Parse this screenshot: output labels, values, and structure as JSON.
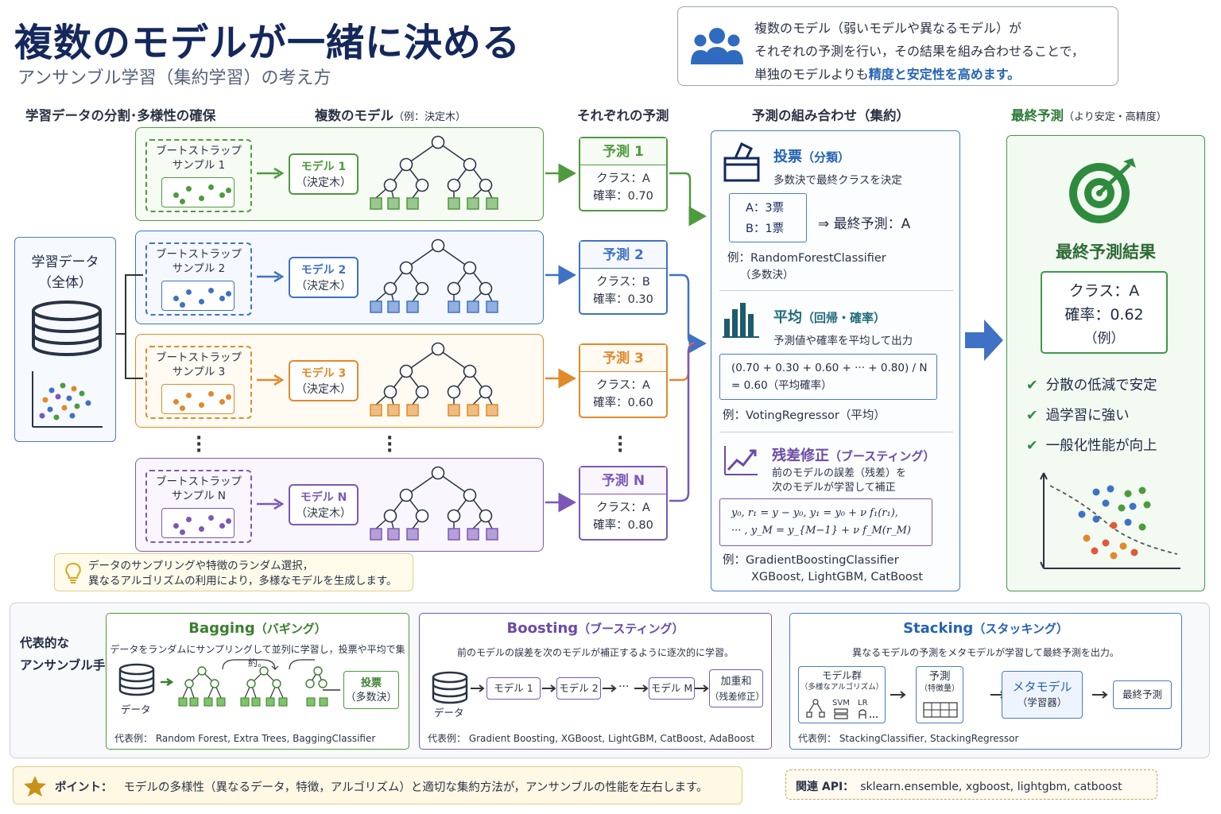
{
  "header": {
    "title": "複数のモデルが一緒に決める",
    "subtitle": "アンサンブル学習（集約学習）の考え方"
  },
  "intro": {
    "line1": "複数のモデル（弱いモデルや異なるモデル）が",
    "line2": "それぞれの予測を行い，その結果を組み合わせることで，",
    "line3_plain": "単独のモデルよりも",
    "line3_highlight": "精度と安定性を高めます。"
  },
  "columns": {
    "split": "学習データの分割･多様性の確保",
    "models": "複数のモデル",
    "models_note": "（例：決定木）",
    "preds": "それぞれの予測",
    "combine": "予測の組み合わせ（集約）",
    "final": "最終予測",
    "final_note": "（より安定・高精度）"
  },
  "full_data": {
    "line1": "学習データ",
    "line2": "（全体）"
  },
  "rows": [
    {
      "sample_l1": "ブートストラップ",
      "sample_l2": "サンプル 1",
      "model_l1": "モデル 1",
      "model_l2": "（決定木）",
      "pred_title": "予測 1",
      "pred_class": "クラス：A",
      "pred_prob": "確率：0.70"
    },
    {
      "sample_l1": "ブートストラップ",
      "sample_l2": "サンプル 2",
      "model_l1": "モデル 2",
      "model_l2": "（決定木）",
      "pred_title": "予測 2",
      "pred_class": "クラス：B",
      "pred_prob": "確率：0.30"
    },
    {
      "sample_l1": "ブートストラップ",
      "sample_l2": "サンプル 3",
      "model_l1": "モデル 3",
      "model_l2": "（決定木）",
      "pred_title": "予測 3",
      "pred_class": "クラス：A",
      "pred_prob": "確率：0.60"
    },
    {
      "sample_l1": "ブートストラップ",
      "sample_l2": "サンプル N",
      "model_l1": "モデル N",
      "model_l2": "（決定木）",
      "pred_title": "予測 N",
      "pred_class": "クラス：A",
      "pred_prob": "確率：0.80"
    }
  ],
  "row_colors": [
    "#4e9a3e",
    "#3f72c4",
    "#e08a2a",
    "#7b58b8"
  ],
  "hint": {
    "line1": "データのサンプリングや特徴のランダム選択，",
    "line2": "異なるアルゴリズムの利用により，多様なモデルを生成します。"
  },
  "vote": {
    "title": "投票",
    "title_note": "（分類）",
    "desc": "多数決で最終クラスを決定",
    "tally_a": "A：3票",
    "tally_b": "B：1票",
    "result": "⇒ 最終予測：A",
    "example": "例：RandomForestClassifier",
    "example_note": "（多数決）"
  },
  "average": {
    "title": "平均",
    "title_note": "（回帰・確率）",
    "desc": "予測値や確率を平均して出力",
    "formula1": "(0.70 + 0.30 + 0.60 + ··· + 0.80) / N",
    "formula2": "= 0.60（平均確率）",
    "example": "例：VotingRegressor（平均）"
  },
  "boost": {
    "title": "残差修正",
    "title_note": "（ブースティング）",
    "desc1": "前のモデルの誤差（残差）を",
    "desc2": "次のモデルが学習して補正",
    "formula1": "y₀, r₁ = y − y₀, y₁ = y₀ + ν f₁(r₁),",
    "formula2": "··· , y_M = y_{M−1} + ν f_M(r_M)",
    "example1": "例：GradientBoostingClassifier",
    "example2": "XGBoost, LightGBM, CatBoost"
  },
  "final": {
    "title": "最終予測結果",
    "class": "クラス：A",
    "prob": "確率：0.62",
    "note": "（例）",
    "benefits": [
      "分散の低減で安定",
      "過学習に強い",
      "一般化性能が向上"
    ]
  },
  "methods": {
    "label1": "代表的な",
    "label2": "アンサンブル手法",
    "bagging": {
      "title": "Bagging",
      "title_note": "（バギング）",
      "desc": "データをランダムにサンプリングして並列に学習し，投票や平均で集約。",
      "data_label": "データ",
      "out_l1": "投票",
      "out_l2": "（多数決）",
      "examples": "代表例：  Random Forest,  Extra Trees,  BaggingClassifier"
    },
    "boosting": {
      "title": "Boosting",
      "title_note": "（ブースティング）",
      "desc": "前のモデルの誤差を次のモデルが補正するように逐次的に学習。",
      "data_label": "データ",
      "m1": "モデル 1",
      "m2": "モデル 2",
      "mm": "モデル M",
      "ellipsis": "···",
      "out_l1": "加重和",
      "out_l2": "（残差修正）",
      "examples": "代表例：  Gradient Boosting,  XGBoost,  LightGBM, CatBoost, AdaBoost"
    },
    "stacking": {
      "title": "Stacking",
      "title_note": "（スタッキング）",
      "desc": "異なるモデルの予測をメタモデルが学習して最終予測を出力。",
      "group_l1": "モデル群",
      "group_l2": "（多様なアルゴリズム）",
      "svm": "SVM",
      "lr": "LR",
      "pred_l1": "予測",
      "pred_l2": "（特徴量）",
      "meta_l1": "メタモデル",
      "meta_l2": "（学習器）",
      "final": "最終予測",
      "examples": "代表例：  StackingClassifier,  StackingRegressor"
    }
  },
  "point": {
    "label": "ポイント：",
    "text": "モデルの多様性（異なるデータ，特徴，アルゴリズム）と適切な集約方法が，アンサンブルの性能を左右します。"
  },
  "api": {
    "label": "関連 API：",
    "text": "sklearn.ensemble, xgboost, lightgbm, catboost"
  }
}
